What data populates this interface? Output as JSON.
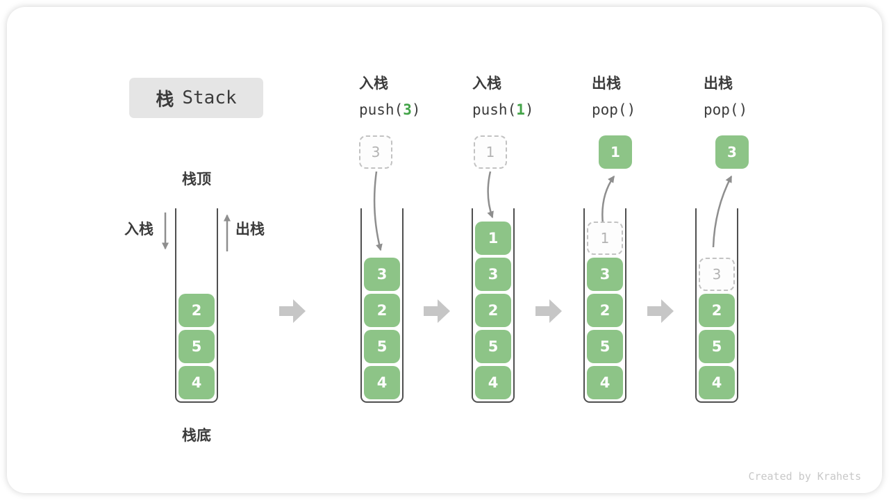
{
  "title": {
    "zh": "栈",
    "en": "Stack"
  },
  "labels": {
    "stack_top": "栈顶",
    "stack_bottom": "栈底",
    "push_side": "入栈",
    "pop_side": "出栈"
  },
  "credit": "Created by Krahets",
  "colors": {
    "cell_green": "#8dc487",
    "arg_green": "#43a348",
    "flow_arrow_gray": "#8e8e8e",
    "block_arrow_gray": "#c6c6c6",
    "ghost_border": "#c2c2c2",
    "ghost_text": "#b3b3b3",
    "text_dark": "#3b3b3b",
    "title_bg": "#e5e5e5",
    "container_stroke": "#4f4f4f",
    "credit_gray": "#c8c8c8"
  },
  "stages": [
    {
      "id": "initial",
      "stack": [
        {
          "value": "4"
        },
        {
          "value": "5"
        },
        {
          "value": "2"
        }
      ]
    },
    {
      "id": "push-3",
      "op": {
        "line1": "入栈",
        "prefix": "push(",
        "arg": "3",
        "suffix": ")"
      },
      "float": {
        "value": "3",
        "variant": "ghost"
      },
      "flow": "push",
      "stack": [
        {
          "value": "4"
        },
        {
          "value": "5"
        },
        {
          "value": "2"
        },
        {
          "value": "3"
        }
      ]
    },
    {
      "id": "push-1",
      "op": {
        "line1": "入栈",
        "prefix": "push(",
        "arg": "1",
        "suffix": ")"
      },
      "float": {
        "value": "1",
        "variant": "ghost"
      },
      "flow": "push",
      "stack": [
        {
          "value": "4"
        },
        {
          "value": "5"
        },
        {
          "value": "2"
        },
        {
          "value": "3"
        },
        {
          "value": "1"
        }
      ]
    },
    {
      "id": "pop-1",
      "op": {
        "line1": "出栈",
        "prefix": "pop(",
        "arg": "",
        "suffix": ")"
      },
      "float": {
        "value": "1",
        "variant": "solid"
      },
      "flow": "pop",
      "stack": [
        {
          "value": "4"
        },
        {
          "value": "5"
        },
        {
          "value": "2"
        },
        {
          "value": "3"
        },
        {
          "value": "1",
          "ghost": true
        }
      ]
    },
    {
      "id": "pop-3",
      "op": {
        "line1": "出栈",
        "prefix": "pop(",
        "arg": "",
        "suffix": ")"
      },
      "float": {
        "value": "3",
        "variant": "solid"
      },
      "flow": "pop",
      "stack": [
        {
          "value": "4"
        },
        {
          "value": "5"
        },
        {
          "value": "2"
        },
        {
          "value": "3",
          "ghost": true
        }
      ]
    }
  ]
}
